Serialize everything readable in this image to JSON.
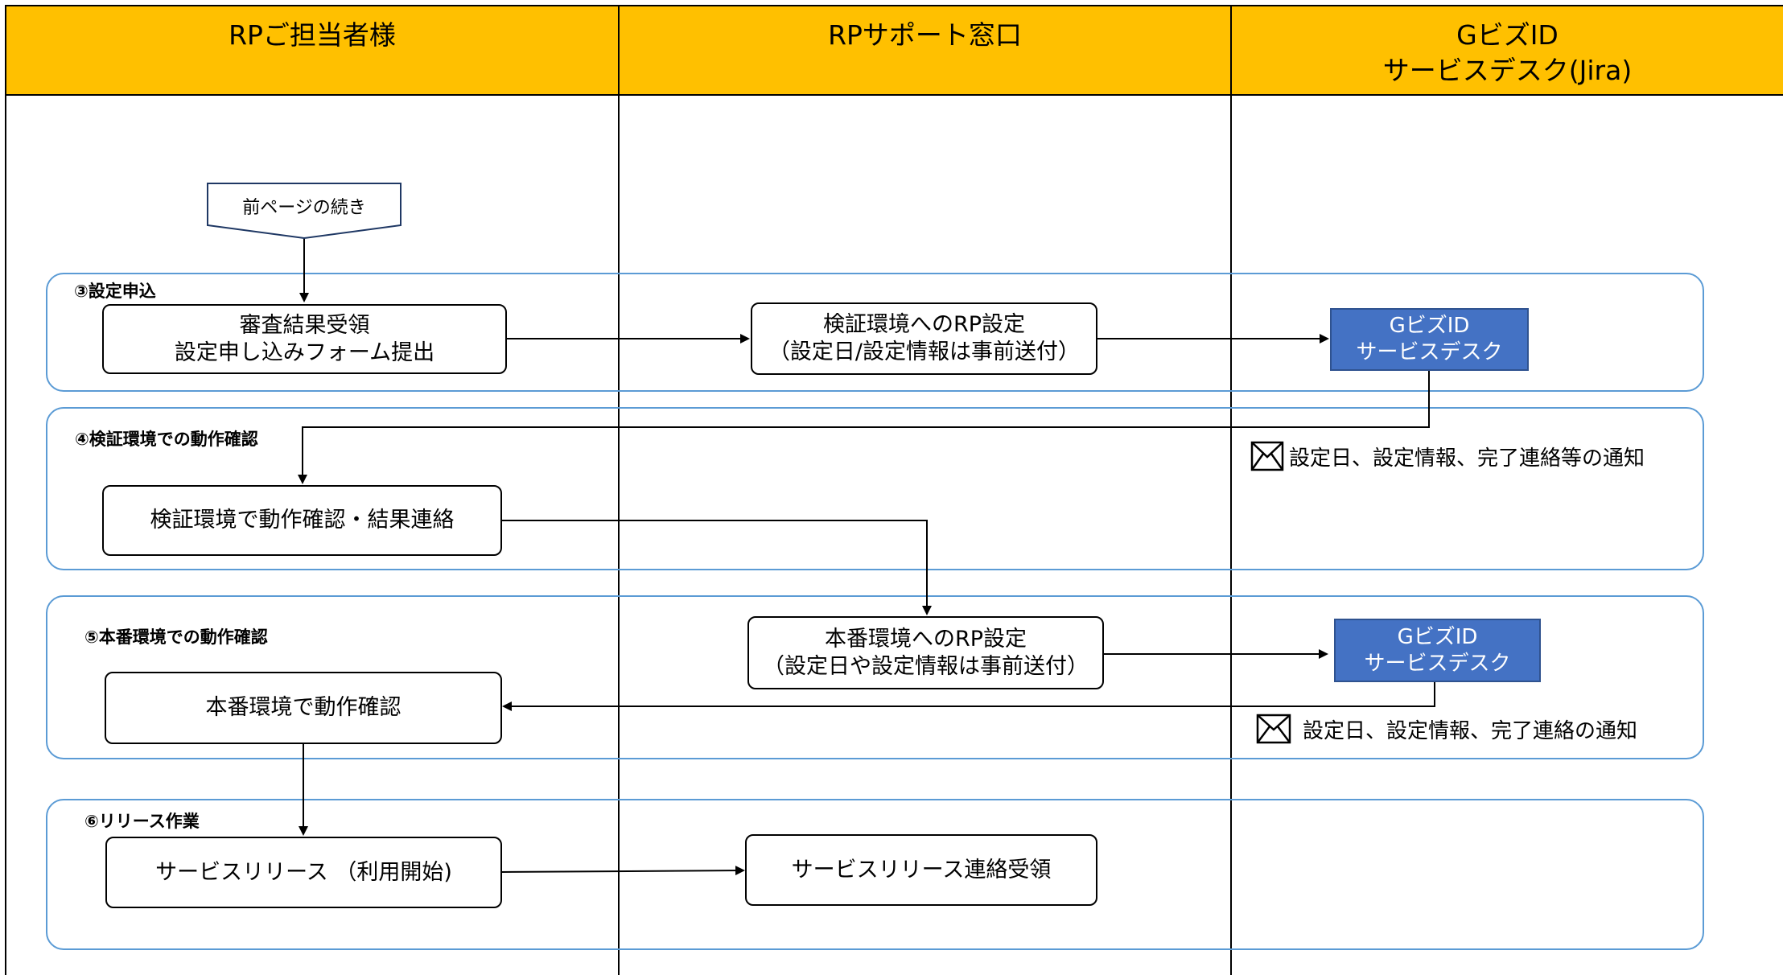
{
  "lanes": [
    {
      "title": "RPご担当者様"
    },
    {
      "title": "RPサポート窓口"
    },
    {
      "title": "GビズID\nサービスデスク(Jira)"
    }
  ],
  "start": {
    "label": "前ページの続き"
  },
  "phases": [
    {
      "label": "③設定申込"
    },
    {
      "label": "④検証環境での動作確認"
    },
    {
      "label": "⑤本番環境での動作確認"
    },
    {
      "label": "⑥リリース作業"
    }
  ],
  "boxes": {
    "review_submit": "審査結果受領\n設定申し込みフォーム提出",
    "verify_rp_setting": "検証環境へのRP設定\n（設定日/設定情報は事前送付）",
    "jira_1": "GビズID\nサービスデスク",
    "verify_check": "検証環境で動作確認・結果連絡",
    "prod_rp_setting": "本番環境へのRP設定\n（設定日や設定情報は事前送付）",
    "jira_2": "GビズID\nサービスデスク",
    "prod_check": "本番環境で動作確認",
    "release": "サービスリリース （利用開始)",
    "release_received": "サービスリリース連絡受領"
  },
  "notes": {
    "notice_1": "設定日、設定情報、完了連絡等の通知",
    "notice_2": "設定日、設定情報、完了連絡の通知"
  },
  "icons": {
    "mail": "envelope-icon"
  },
  "colors": {
    "header": "#FFC000",
    "phase_border": "#5B9BD5",
    "jira_fill": "#4472C4"
  }
}
